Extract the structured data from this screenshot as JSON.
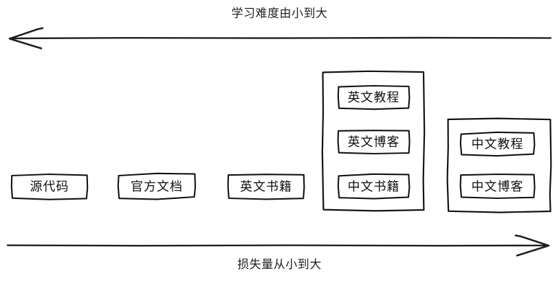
{
  "diagram": {
    "title_top": "学习难度由小到大",
    "title_bottom": "损失量从小到大",
    "axes": [
      {
        "name": "difficulty-axis",
        "label": "学习难度由小到大",
        "direction": "left"
      },
      {
        "name": "loss-axis",
        "label": "损失量从小到大",
        "direction": "right"
      }
    ],
    "nodes": [
      {
        "id": "source-code",
        "label": "源代码"
      },
      {
        "id": "official-docs",
        "label": "官方文档"
      },
      {
        "id": "english-books",
        "label": "英文书籍"
      },
      {
        "id": "english-tutorials",
        "label": "英文教程"
      },
      {
        "id": "english-blogs",
        "label": "英文博客"
      },
      {
        "id": "chinese-books",
        "label": "中文书籍"
      },
      {
        "id": "chinese-tutorials",
        "label": "中文教程"
      },
      {
        "id": "chinese-blogs",
        "label": "中文博客"
      }
    ],
    "groups": [
      {
        "id": "english-group",
        "members": [
          "英文教程",
          "英文博客",
          "中文书籍"
        ]
      },
      {
        "id": "chinese-group",
        "members": [
          "中文教程",
          "中文博客"
        ]
      }
    ],
    "colors": {
      "stroke": "#111111",
      "background": "#ffffff",
      "text": "#1a1a1a"
    }
  }
}
